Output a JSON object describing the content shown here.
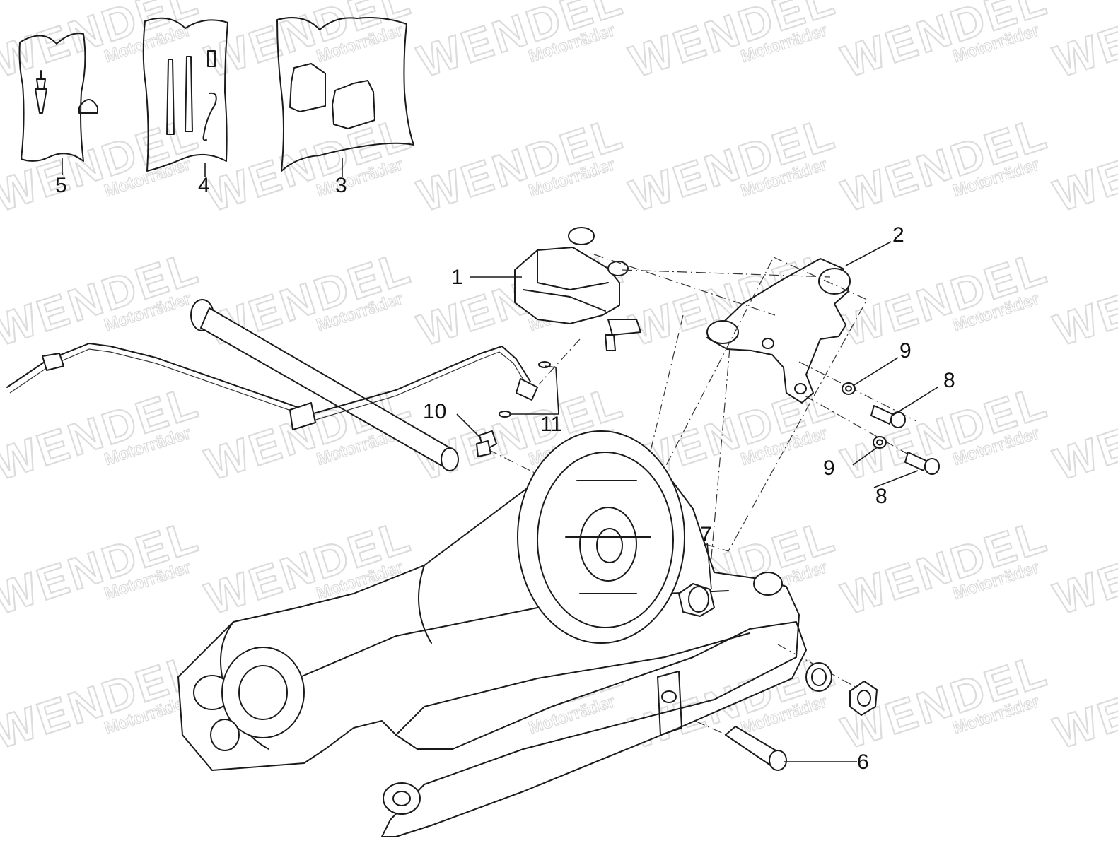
{
  "watermark": {
    "brand": "WENDEL",
    "sub": "Motorräder"
  },
  "callouts": [
    "1",
    "2",
    "3",
    "4",
    "5",
    "6",
    "7",
    "8",
    "8",
    "9",
    "9",
    "10",
    "11"
  ],
  "colors": {
    "line": "#1a1a1a",
    "watermark": "#dcdcdc",
    "background": "#ffffff"
  }
}
